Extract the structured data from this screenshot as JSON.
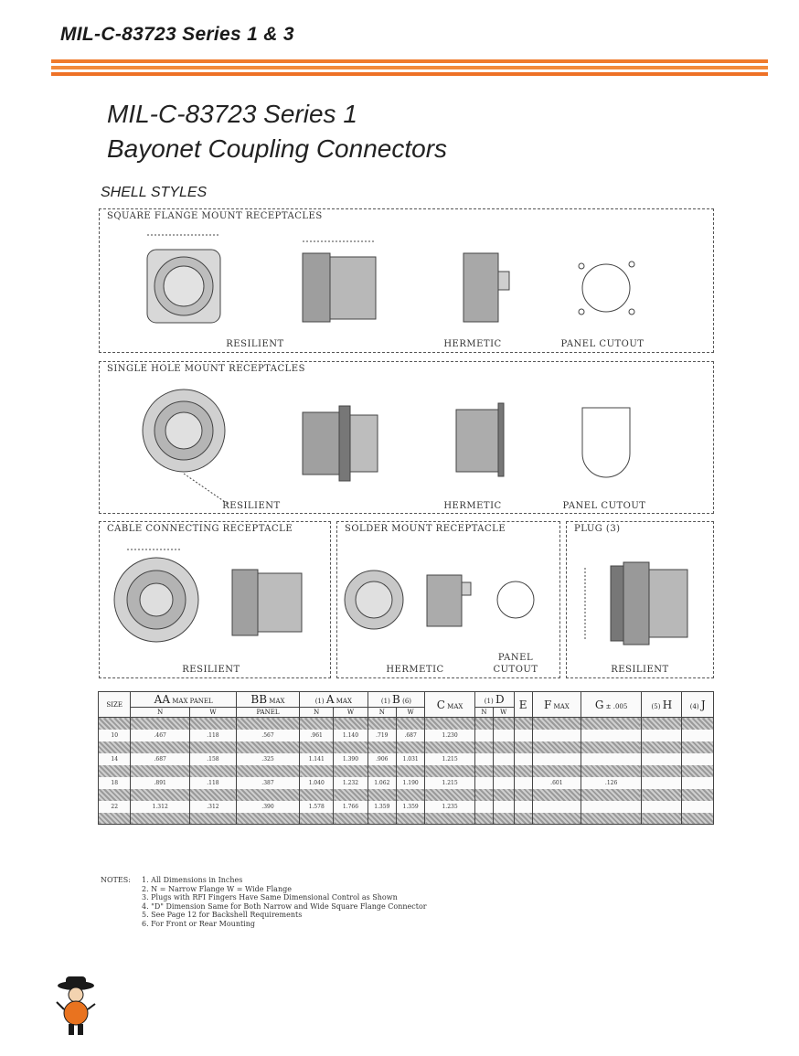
{
  "header": {
    "running_title": "MIL-C-83723 Series 1 & 3"
  },
  "title": {
    "line1": "MIL-C-83723 Series 1",
    "line2": "Bayonet Coupling Connectors"
  },
  "section": {
    "heading": "SHELL STYLES"
  },
  "panels": {
    "square_flange": {
      "label": "SQUARE FLANGE MOUNT RECEPTACLES",
      "cap_resilient": "RESILIENT",
      "cap_hermetic": "HERMETIC",
      "cap_cutout": "PANEL CUTOUT"
    },
    "single_hole": {
      "label": "SINGLE HOLE MOUNT RECEPTACLES",
      "cap_resilient": "RESILIENT",
      "cap_hermetic": "HERMETIC",
      "cap_cutout": "PANEL CUTOUT"
    },
    "cable": {
      "label": "CABLE CONNECTING RECEPTACLE",
      "cap": "RESILIENT"
    },
    "solder": {
      "label": "SOLDER MOUNT RECEPTACLE",
      "cap_hermetic": "HERMETIC",
      "cap_cutout_1": "PANEL",
      "cap_cutout_2": "CUTOUT"
    },
    "plug": {
      "label": "PLUG (3)",
      "cap": "RESILIENT"
    }
  },
  "table": {
    "headers": {
      "size": "SIZE",
      "aa": "AA",
      "aa_sub": "MAX PANEL",
      "bb": "BB",
      "bb_sub": "MAX",
      "bb_sub2": "PANEL",
      "a": "A",
      "a_pre": "(1)",
      "a_sub": "MAX",
      "b": "B",
      "b_pre": "(1)",
      "b_sub": "(6)",
      "c": "C",
      "c_sub": "MAX",
      "d": "D",
      "d_pre": "(1)",
      "e": "E",
      "f": "F",
      "f_sub": "MAX",
      "g": "G",
      "g_sub": "± .005",
      "h": "H",
      "h_pre": "(5)",
      "j": "J",
      "j_pre": "(4)"
    },
    "subheaders": {
      "n": "N",
      "w": "W"
    },
    "sizes": [
      "10",
      "14",
      "18",
      "22"
    ],
    "visible_values": {
      "10": [
        ".467",
        ".118",
        ".567",
        ".961",
        "1.140",
        ".719",
        ".687",
        "1.230"
      ],
      "14": [
        ".687",
        ".158",
        ".325",
        "1.141",
        "1.390",
        ".906",
        "1.031",
        "1.215"
      ],
      "18": [
        ".891",
        ".118",
        ".387",
        "1.040",
        "1.232",
        "1.062",
        "1.190",
        "1.215",
        ".601",
        ".126"
      ],
      "22": [
        "1.312",
        ".312",
        ".390",
        "1.578",
        "1.766",
        "1.359",
        "1.359",
        "1.235"
      ]
    }
  },
  "notes": {
    "label": "NOTES:",
    "items": [
      "1.  All Dimensions in Inches",
      "2.  N = Narrow Flange   W = Wide Flange",
      "3.  Plugs with RFI Fingers Have Same Dimensional Control as Shown",
      "4.  \"D\" Dimension Same for Both Narrow and Wide Square Flange Connector",
      "5.  See Page 12 for Backshell Requirements",
      "6.  For Front or Rear Mounting"
    ]
  },
  "colors": {
    "accent_stripe": "#f07b2c",
    "mascot_orange": "#e9731f"
  }
}
